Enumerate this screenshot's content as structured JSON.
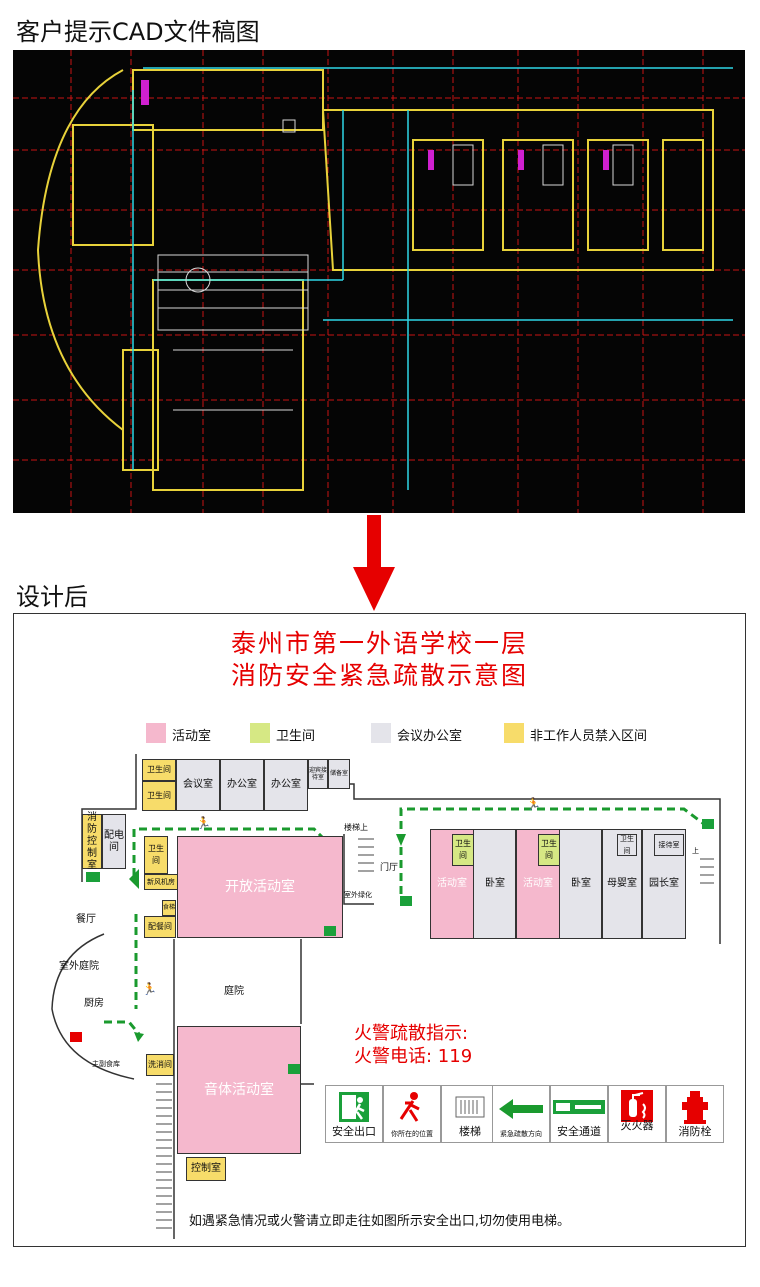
{
  "headings": {
    "cad": "客户提示CAD文件稿图",
    "design": "设计后"
  },
  "title": {
    "line1": "泰州市第一外语学校一层",
    "line2": "消防安全紧急疏散示意图"
  },
  "legend": [
    {
      "label": "活动室",
      "color": "#f5b8cd"
    },
    {
      "label": "卫生间",
      "color": "#d6e884"
    },
    {
      "label": "会议办公室",
      "color": "#e4e4ea"
    },
    {
      "label": "非工作人员禁入区间",
      "color": "#f7dc6a"
    }
  ],
  "rooms": {
    "toilet1": "卫生间",
    "toilet2": "卫生间",
    "meeting": "会议室",
    "office1": "办公室",
    "office2": "办公室",
    "reception": "迎宾接待室",
    "reserve": "储备室",
    "fire_control": "消防控制室",
    "power": "配电间",
    "toilet3": "卫生间",
    "fan": "新风机房",
    "pantry": "食梯",
    "serving": "配餐间",
    "open_activity": "开放活动室",
    "stair": "楼梯上",
    "gate": "门厅",
    "greening": "室外绿化",
    "toilet4": "卫生间",
    "activity1": "活动室",
    "bedroom1": "卧室",
    "toilet5": "卫生间",
    "activity2": "活动室",
    "bedroom2": "卧室",
    "infant": "母婴室",
    "toilet6": "卫生间",
    "principal": "园长室",
    "waiting": "接待室",
    "dining": "餐厅",
    "courtyard_out": "室外庭院",
    "kitchen": "厨房",
    "staple": "主副食库",
    "wash": "洗消间",
    "courtyard": "庭院",
    "music": "音体活动室",
    "control": "控制室",
    "up": "上"
  },
  "fire_info": {
    "line1": "火警疏散指示:",
    "line2": "火警电话: 119"
  },
  "signs": [
    {
      "label": "安全出口",
      "icon": "exit-icon"
    },
    {
      "label": "你所在的位置",
      "icon": "you-are-here-icon"
    },
    {
      "label": "楼梯",
      "icon": "stairs-icon"
    },
    {
      "label": "紧急疏散方向",
      "icon": "evacuation-arrow-icon"
    },
    {
      "label": "安全通道",
      "icon": "safe-passage-icon"
    },
    {
      "label": "灭火器",
      "icon": "fire-extinguisher-icon"
    },
    {
      "label": "消防栓",
      "icon": "fire-hydrant-icon"
    }
  ],
  "footer": "如遇紧急情况或火警请立即走往如图所示安全出口,切勿使用电梯。",
  "colors": {
    "red": "#e60000",
    "green": "#1a9a2e",
    "exit_green": "#1aa03a"
  }
}
